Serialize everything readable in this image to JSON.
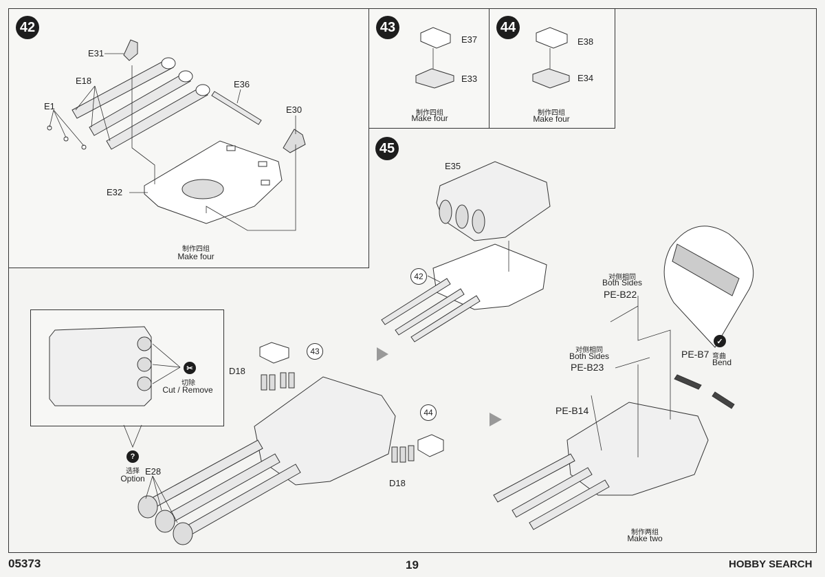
{
  "steps": {
    "s42": {
      "number": "42",
      "parts": [
        "E31",
        "E18",
        "E1",
        "E36",
        "E30",
        "E32"
      ],
      "caption_cn": "制作四组",
      "caption_en": "Make four"
    },
    "s43": {
      "number": "43",
      "parts": [
        "E37",
        "E33"
      ],
      "caption_cn": "制作四组",
      "caption_en": "Make four"
    },
    "s44": {
      "number": "44",
      "parts": [
        "E38",
        "E34"
      ],
      "caption_cn": "制作四组",
      "caption_en": "Make four"
    },
    "s45": {
      "number": "45",
      "parts": [
        "E35"
      ],
      "ref_42": "42",
      "ref_43": "43",
      "ref_44": "44",
      "d18_top": "D18",
      "d18_bottom": "D18",
      "both_sides_1_cn": "对侧相同",
      "both_sides_1_en": "Both Sides",
      "pe_b22": "PE-B22",
      "both_sides_2_cn": "对侧相同",
      "both_sides_2_en": "Both Sides",
      "pe_b23": "PE-B23",
      "pe_b14": "PE-B14",
      "pe_b7": "PE-B7",
      "bend_cn": "弯曲",
      "bend_en": "Bend",
      "caption_cn": "制作两组",
      "caption_en": "Make two"
    }
  },
  "inset": {
    "cut_cn": "切除",
    "cut_en": "Cut / Remove",
    "option_cn": "选择",
    "option_en": "Option",
    "option_part": "E28",
    "option_icon": "?"
  },
  "footer": {
    "kit_number": "05373",
    "page_number": "19",
    "watermark": "HOBBY SEARCH"
  },
  "icons": {
    "cut": "scissors-icon",
    "option": "question-icon",
    "bend": "bend-icon",
    "arrow": "step-arrow-icon"
  }
}
